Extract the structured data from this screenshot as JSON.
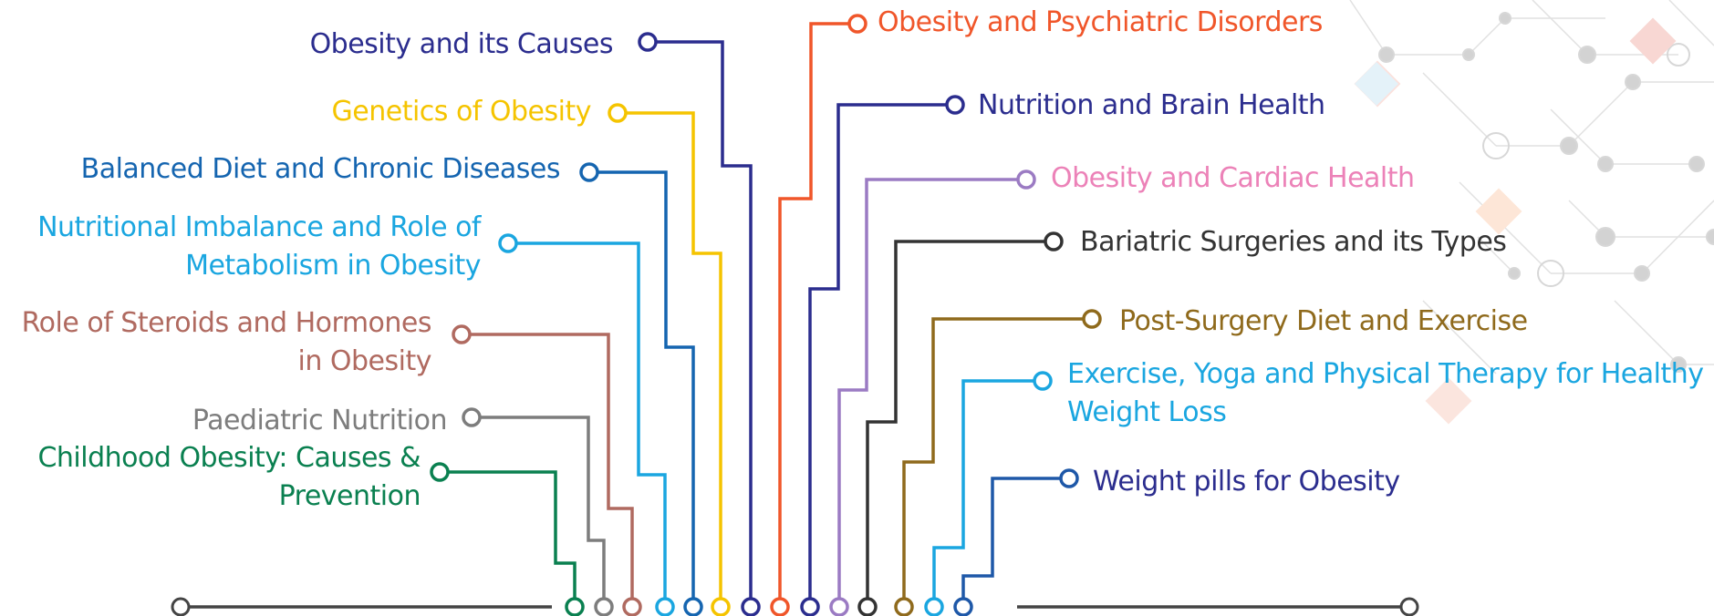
{
  "topics_left": [
    {
      "id": "obesity-causes",
      "lines": [
        "Obesity and its Causes"
      ],
      "color": "#2b2d8e"
    },
    {
      "id": "genetics",
      "lines": [
        "Genetics of Obesity"
      ],
      "color": "#f5c400"
    },
    {
      "id": "balanced-diet",
      "lines": [
        "Balanced Diet and Chronic Diseases"
      ],
      "color": "#1565b0"
    },
    {
      "id": "nutritional-imbalance",
      "lines": [
        "Nutritional Imbalance and Role of",
        "Metabolism in Obesity"
      ],
      "color": "#1aa6e0"
    },
    {
      "id": "steroids-hormones",
      "lines": [
        "Role of Steroids and Hormones",
        "in Obesity"
      ],
      "color": "#b06a60"
    },
    {
      "id": "paediatric-nutrition",
      "lines": [
        "Paediatric Nutrition"
      ],
      "color": "#7d7d7d"
    },
    {
      "id": "childhood-obesity",
      "lines": [
        "Childhood Obesity: Causes &",
        "Prevention"
      ],
      "color": "#0a8050"
    }
  ],
  "topics_right": [
    {
      "id": "psychiatric",
      "lines": [
        "Obesity and Psychiatric Disorders"
      ],
      "color": "#f0562a"
    },
    {
      "id": "brain-health",
      "lines": [
        "Nutrition and Brain Health"
      ],
      "color": "#2b2d8e"
    },
    {
      "id": "cardiac",
      "lines": [
        "Obesity and Cardiac Health"
      ],
      "color": "#ec82b8",
      "node_color": "#9b7bc3"
    },
    {
      "id": "bariatric",
      "lines": [
        "Bariatric Surgeries and its Types"
      ],
      "color": "#333333"
    },
    {
      "id": "post-surgery",
      "lines": [
        "Post-Surgery Diet and Exercise"
      ],
      "color": "#8f6a1c"
    },
    {
      "id": "exercise-yoga",
      "lines": [
        "Exercise, Yoga and Physical Therapy for Healthy",
        "Weight Loss"
      ],
      "color": "#1aa6e0"
    },
    {
      "id": "weight-pills",
      "lines": [
        "Weight pills for Obesity"
      ],
      "color": "#1e58a8",
      "text_color": "#2b2d8e"
    }
  ],
  "baseline_color": "#444444"
}
